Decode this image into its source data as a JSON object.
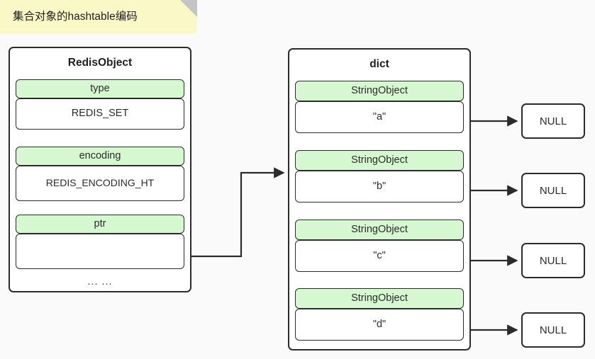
{
  "note": {
    "text": "集合对象的hashtable编码",
    "background": "#fbf8c8",
    "fold_color": "#c4c4c4"
  },
  "colors": {
    "accent_green": "#d6f8d0",
    "stroke": "#2b2b2b",
    "canvas_background": "#fafafa"
  },
  "redis_object": {
    "title": "RedisObject",
    "fields": [
      {
        "label": "type",
        "value": "REDIS_SET"
      },
      {
        "label": "encoding",
        "value": "REDIS_ENCODING_HT"
      },
      {
        "label": "ptr",
        "value": ""
      }
    ],
    "footer": "... ..."
  },
  "dict": {
    "title": "dict",
    "entries": [
      {
        "label": "StringObject",
        "value": "\"a\"",
        "next": "NULL"
      },
      {
        "label": "StringObject",
        "value": "\"b\"",
        "next": "NULL"
      },
      {
        "label": "StringObject",
        "value": "\"c\"",
        "next": "NULL"
      },
      {
        "label": "StringObject",
        "value": "\"d\"",
        "next": "NULL"
      }
    ]
  },
  "connector": {
    "ptr_to_dict": "RedisObject.ptr -> dict"
  }
}
